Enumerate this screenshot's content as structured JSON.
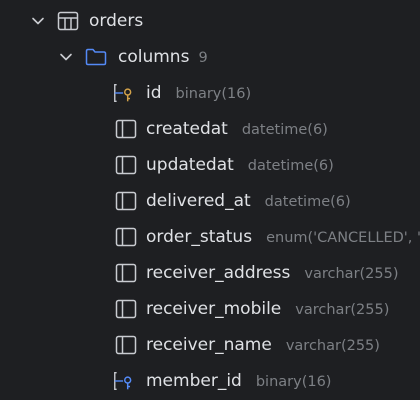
{
  "table": {
    "name": "orders",
    "icon": "table-icon"
  },
  "columns_folder": {
    "label": "columns",
    "count": "9",
    "icon": "folder-icon"
  },
  "columns": [
    {
      "name": "id",
      "type": "binary(16)",
      "icon": "primary-key-column-icon"
    },
    {
      "name": "createdat",
      "type": "datetime(6)",
      "icon": "column-icon"
    },
    {
      "name": "updatedat",
      "type": "datetime(6)",
      "icon": "column-icon"
    },
    {
      "name": "delivered_at",
      "type": "datetime(6)",
      "icon": "column-icon"
    },
    {
      "name": "order_status",
      "type": "enum('CANCELLED', 'C",
      "icon": "column-icon"
    },
    {
      "name": "receiver_address",
      "type": "varchar(255)",
      "icon": "column-icon"
    },
    {
      "name": "receiver_mobile",
      "type": "varchar(255)",
      "icon": "column-icon"
    },
    {
      "name": "receiver_name",
      "type": "varchar(255)",
      "icon": "column-icon"
    },
    {
      "name": "member_id",
      "type": "binary(16)",
      "icon": "foreign-key-column-icon"
    }
  ],
  "colors": {
    "background": "#1e1f22",
    "text": "#dfe1e5",
    "meta_text": "#7d8085",
    "folder_blue": "#548af7",
    "key_gold": "#d3a24a",
    "icon_gray": "#c9ccd1"
  }
}
